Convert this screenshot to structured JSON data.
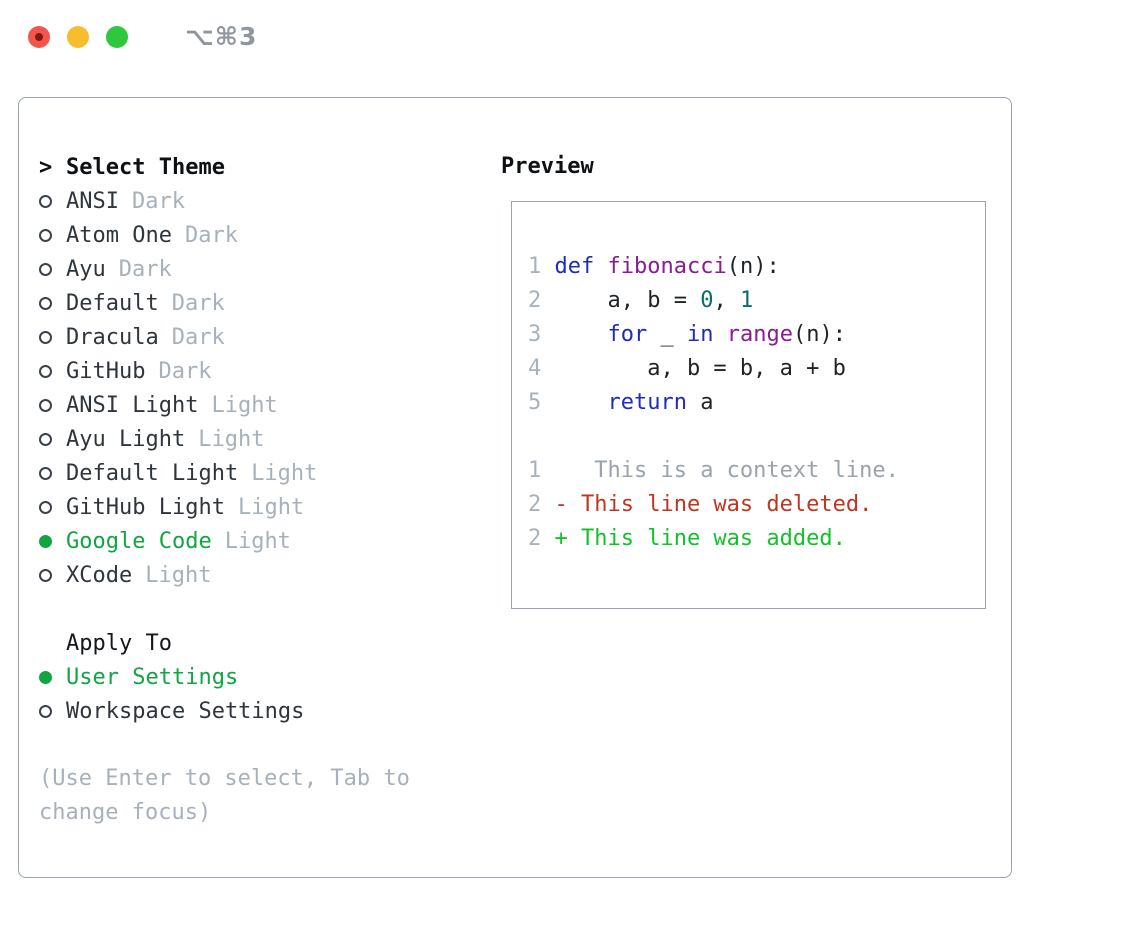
{
  "window": {
    "title": "⌥⌘3"
  },
  "traffic_lights": [
    {
      "name": "close",
      "color": "#f4554c"
    },
    {
      "name": "minimize",
      "color": "#f7bd2e"
    },
    {
      "name": "zoom",
      "color": "#2fc73e"
    }
  ],
  "theme_panel": {
    "header_prefix": ">",
    "header": "Select Theme",
    "items": [
      {
        "name": "ANSI",
        "variant": "Dark",
        "selected": false
      },
      {
        "name": "Atom One",
        "variant": "Dark",
        "selected": false
      },
      {
        "name": "Ayu",
        "variant": "Dark",
        "selected": false
      },
      {
        "name": "Default",
        "variant": "Dark",
        "selected": false
      },
      {
        "name": "Dracula",
        "variant": "Dark",
        "selected": false
      },
      {
        "name": "GitHub",
        "variant": "Dark",
        "selected": false
      },
      {
        "name": "ANSI Light",
        "variant": "Light",
        "selected": false
      },
      {
        "name": "Ayu Light",
        "variant": "Light",
        "selected": false
      },
      {
        "name": "Default Light",
        "variant": "Light",
        "selected": false
      },
      {
        "name": "GitHub Light",
        "variant": "Light",
        "selected": false
      },
      {
        "name": "Google Code",
        "variant": "Light",
        "selected": true
      },
      {
        "name": "XCode",
        "variant": "Light",
        "selected": false
      }
    ]
  },
  "apply_to": {
    "header": "Apply To",
    "items": [
      {
        "name": "User Settings",
        "selected": true
      },
      {
        "name": "Workspace Settings",
        "selected": false
      }
    ]
  },
  "help_lines": [
    "(Use Enter to select, Tab to",
    "change focus)"
  ],
  "preview": {
    "title": "Preview",
    "lines": [
      {
        "segs": [
          [
            "1",
            "ln"
          ],
          [
            " ",
            "pl"
          ],
          [
            "def",
            "kw"
          ],
          [
            " ",
            "pl"
          ],
          [
            "fibonacci",
            "fn"
          ],
          [
            "(n):",
            "pl"
          ]
        ]
      },
      {
        "segs": [
          [
            "2",
            "ln"
          ],
          [
            "     a, b = ",
            "pl"
          ],
          [
            "0",
            "num"
          ],
          [
            ", ",
            "pl"
          ],
          [
            "1",
            "num"
          ]
        ]
      },
      {
        "segs": [
          [
            "3",
            "ln"
          ],
          [
            "     ",
            "pl"
          ],
          [
            "for",
            "kw"
          ],
          [
            " _ ",
            "pl"
          ],
          [
            "in",
            "kw"
          ],
          [
            " ",
            "pl"
          ],
          [
            "range",
            "fn"
          ],
          [
            "(n):",
            "pl"
          ]
        ]
      },
      {
        "segs": [
          [
            "4",
            "ln"
          ],
          [
            "        a, b = b, a + b",
            "pl"
          ]
        ]
      },
      {
        "segs": [
          [
            "5",
            "ln"
          ],
          [
            "     ",
            "pl"
          ],
          [
            "return",
            "kw"
          ],
          [
            " a",
            "pl"
          ]
        ]
      },
      {
        "segs": []
      },
      {
        "segs": [
          [
            "1",
            "ln"
          ],
          [
            "    This is a context line.",
            "ctx"
          ]
        ]
      },
      {
        "segs": [
          [
            "2",
            "ln"
          ],
          [
            " - This line was deleted.",
            "del"
          ]
        ]
      },
      {
        "segs": [
          [
            "2",
            "ln"
          ],
          [
            " + This line was added.",
            "add"
          ]
        ]
      }
    ]
  },
  "colors": {
    "selected_green": "#12a544",
    "added_green": "#12c22a",
    "deleted_red": "#c1351f",
    "keyword_blue": "#1f2cb8",
    "function_purple": "#8a1a96",
    "literal_teal": "#0a6e66",
    "muted_gray": "#a7b1bb",
    "text_dark": "#2f353c",
    "border_gray": "#98a3ad"
  }
}
